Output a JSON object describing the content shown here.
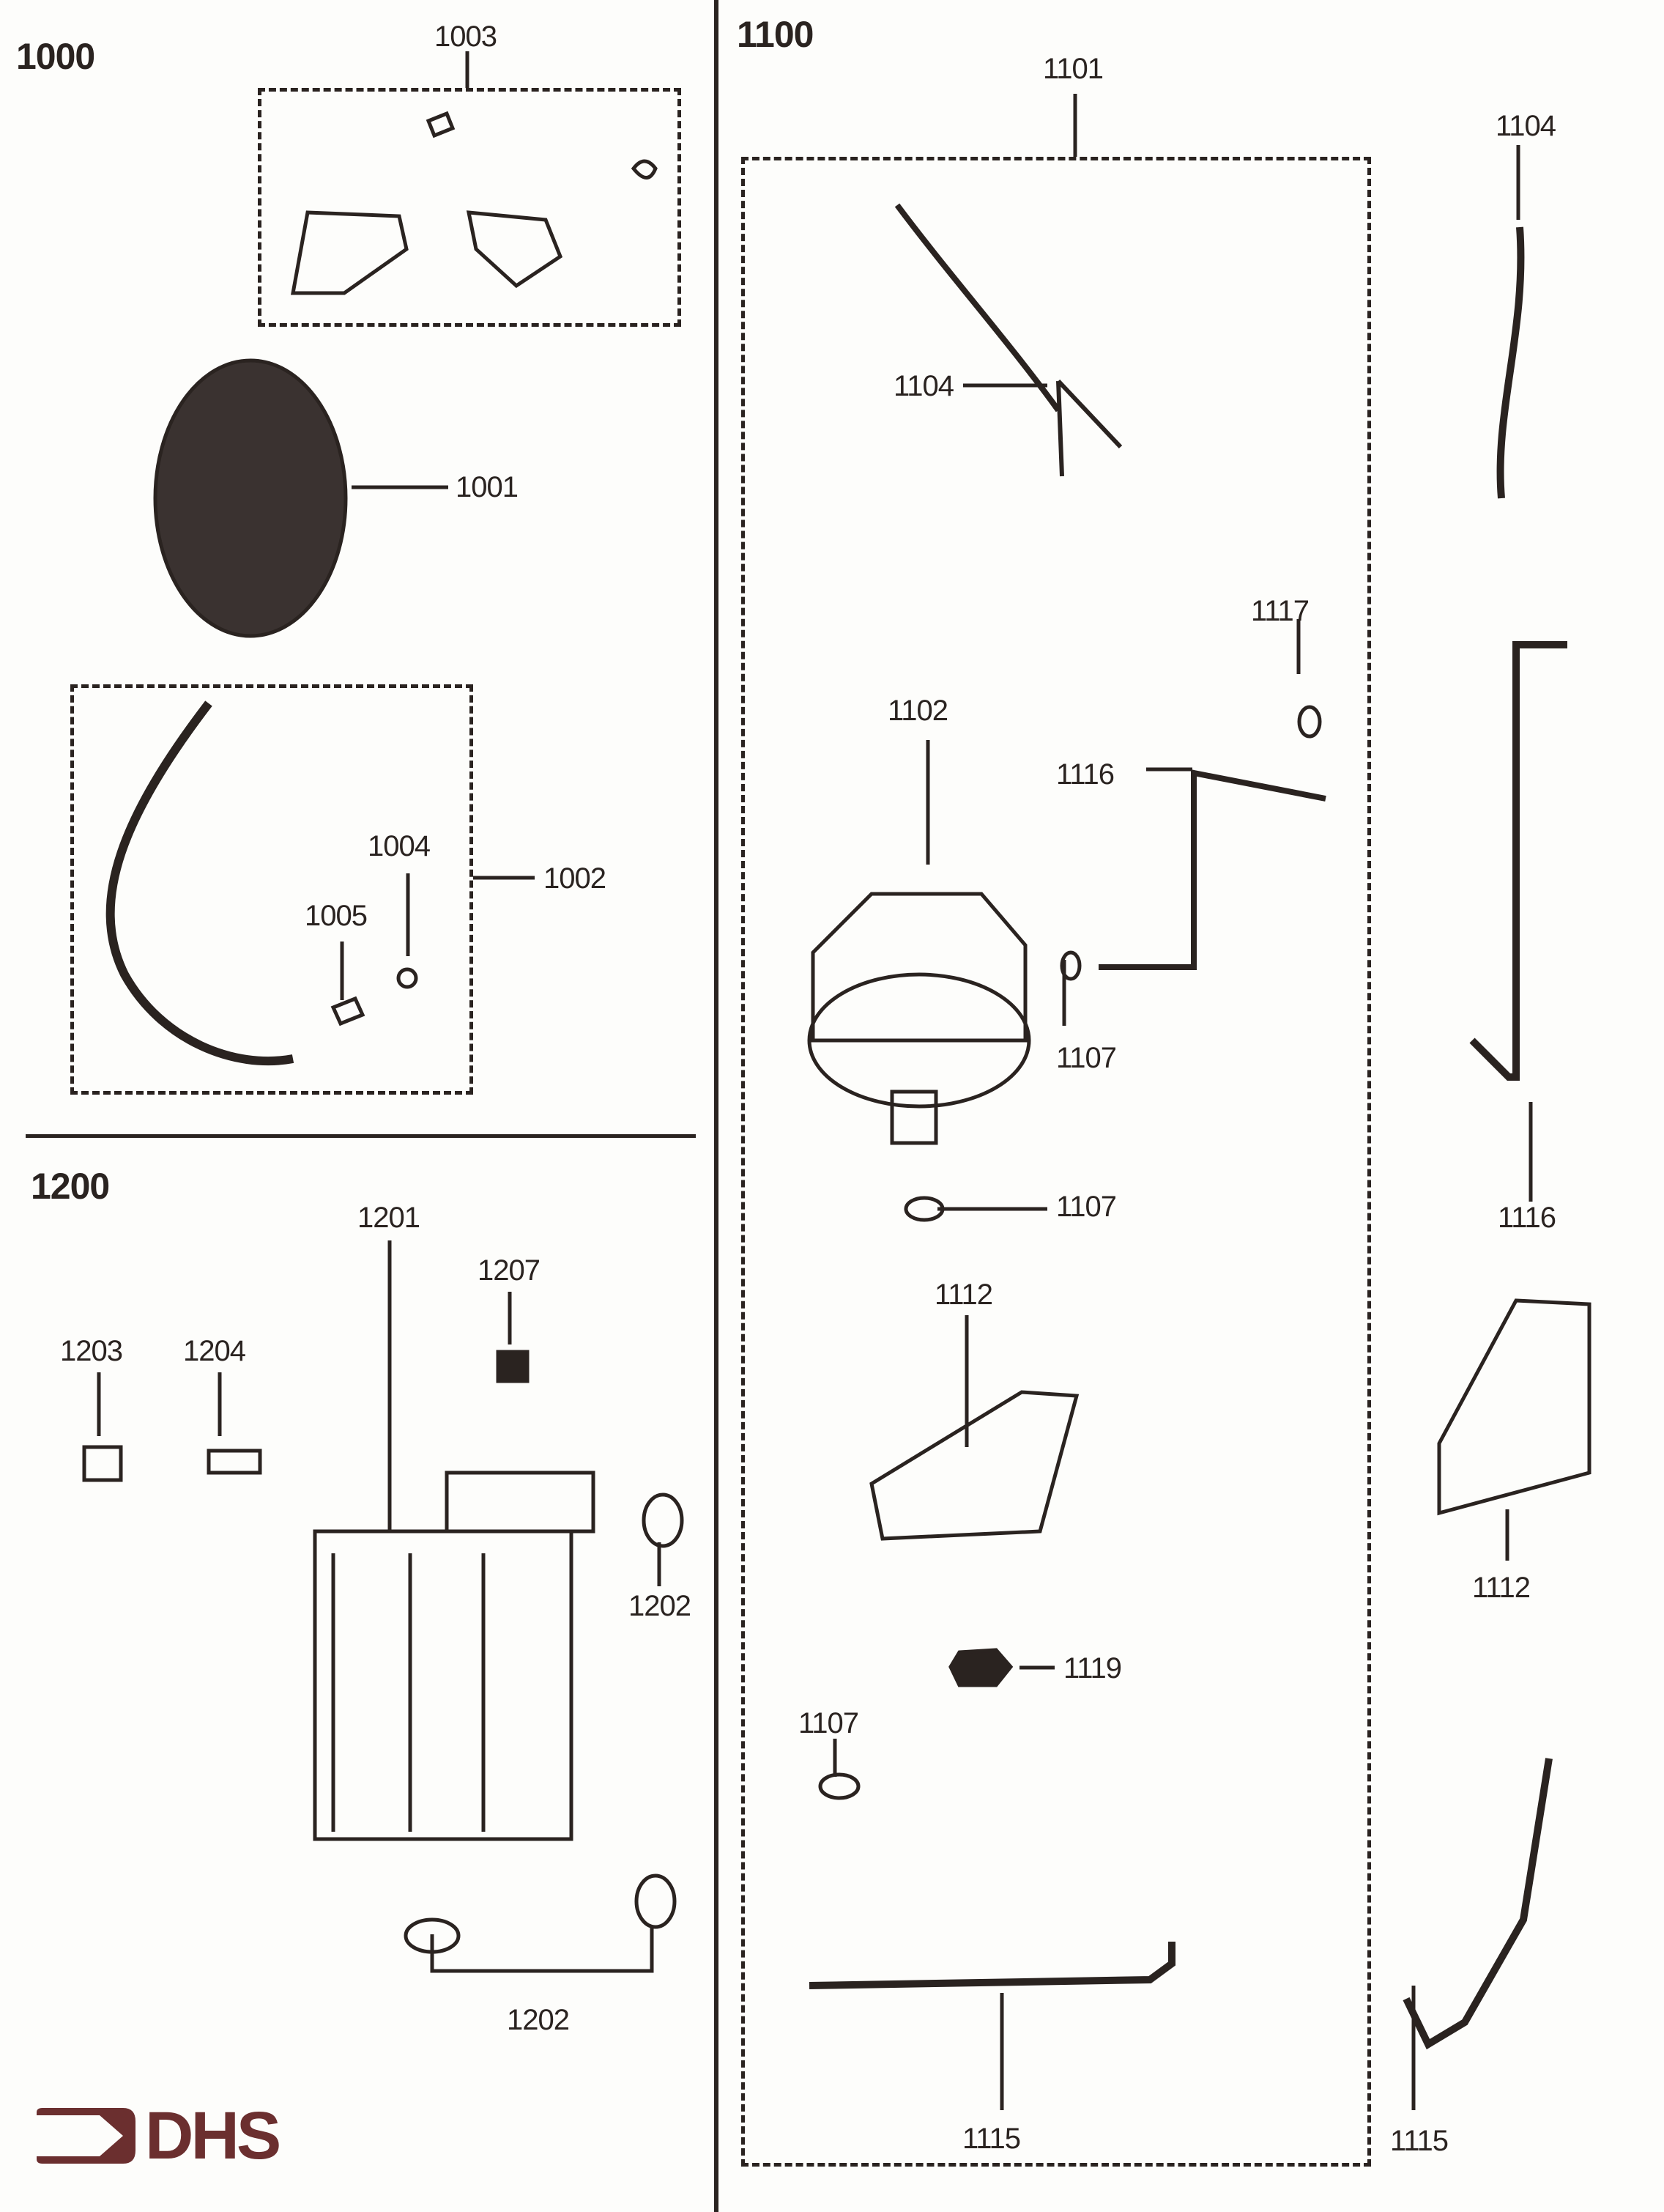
{
  "sections": {
    "s1000": {
      "title": "1000"
    },
    "s1100": {
      "title": "1100"
    },
    "s1200": {
      "title": "1200"
    }
  },
  "callouts": {
    "c1003": "1003",
    "c1001": "1001",
    "c1002": "1002",
    "c1004": "1004",
    "c1005": "1005",
    "c1101": "1101",
    "c1104a": "1104",
    "c1104b": "1104",
    "c1117": "1117",
    "c1102": "1102",
    "c1116a": "1116",
    "c1116b": "1116",
    "c1107a": "1107",
    "c1107b": "1107",
    "c1107c": "1107",
    "c1112a": "1112",
    "c1112b": "1112",
    "c1119": "1119",
    "c1115a": "1115",
    "c1115b": "1115",
    "c1201": "1201",
    "c1207": "1207",
    "c1203": "1203",
    "c1204": "1204",
    "c1202a": "1202",
    "c1202b": "1202"
  },
  "logo": {
    "text": "DHS",
    "color": "#6b2f2f"
  }
}
